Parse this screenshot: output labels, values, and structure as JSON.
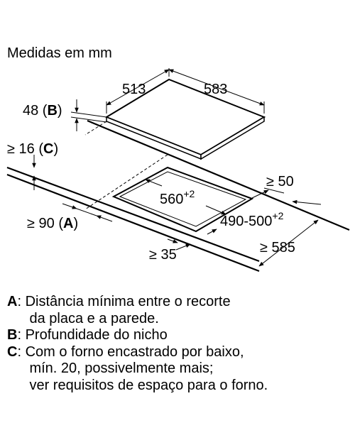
{
  "title": "Medidas em mm",
  "dimensions": {
    "hob_depth": "513",
    "hob_width": "583",
    "niche_depth_value": "48",
    "niche_depth_ref": "B",
    "oven_gap_value": "≥ 16",
    "oven_gap_ref": "C",
    "wall_distance_value": "≥ 90",
    "wall_distance_ref": "A",
    "rear_clearance": "≥ 50",
    "front_clearance": "≥ 35",
    "cutout_width_value": "560",
    "cutout_width_tol": "+2",
    "cutout_depth_value": "490-500",
    "cutout_depth_tol": "+2",
    "worktop_depth": "≥ 585"
  },
  "legend": [
    {
      "key": "A",
      "lines": [
        ": Distância mínima entre o recorte",
        "da placa e a parede."
      ]
    },
    {
      "key": "B",
      "lines": [
        ": Profundidade do nicho"
      ]
    },
    {
      "key": "C",
      "lines": [
        ": Com o forno encastrado por baixo,",
        "mín. 20, possivelmente mais;",
        "ver requisitos de espaço para o forno."
      ]
    }
  ],
  "colors": {
    "line": "#000000",
    "background": "#ffffff"
  }
}
